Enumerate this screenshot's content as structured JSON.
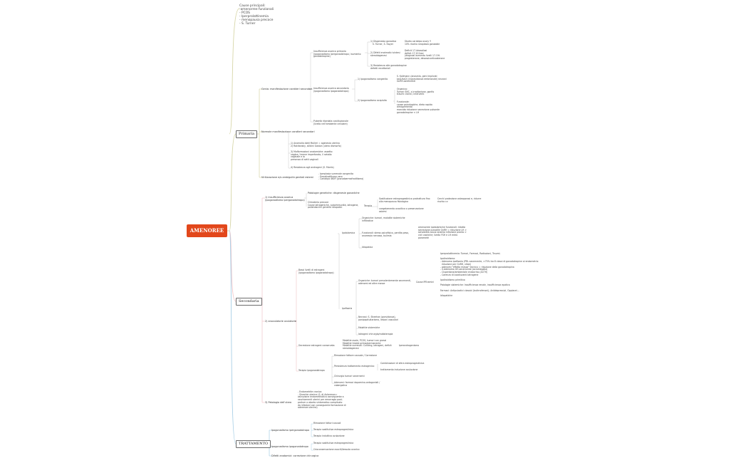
{
  "root": "AMENOREE",
  "branches": {
    "primaria": "Primaria",
    "secondaria": "Secondaria",
    "trattamento": "TRATTAMENTO"
  },
  "intro_note": "Cause principali:\n-amenorree funzionali\n- PCOS\n- Iperprolattinemia\n- menopausa precoce\n- S. Turner",
  "primaria": {
    "cat_normali": "Genia: manifestazione caratteri secondari",
    "ins_primaria": "Insufficienza ovarica primaria\n(ipogonadismo ipergonadotropo / aumento\ngonadotropine)",
    "disgenesia": "1) Disgenesia gonadica\n   S. Turner, S. Swyer",
    "disgenesia_det": "Studio cariotipo ovary Y\n10% rischio neoplasia gonadale",
    "difetti": "2) Difetti enzimatici sintesi\nsteroidogenesi",
    "difetti_det": "Deficit 17-idrossilasi\ndeficit 17,20 liasi\n(diagnosi aumento livelli 17-OH-\nprogesterone, desossicorticosterone",
    "resistenza": "3) Resistenza alle gonadotropine\ndefetti recettoriali",
    "ins_secondaria": "Insufficienza ovarica secondaria\n(ipogonadismo ipogonadotropo)",
    "congenito": "1) Ipogonadismo congenito",
    "congenito_det": "S. Kallmann (anosmia, geni implicati\nkal1/kal2) (ingravidanza embrionale) neuroni\nGnRH-secernenti",
    "acquisito": "2) Ipogonadismo acquisito",
    "organico": "Organico:\nTumori SNC, s irradiazione, gonfio\ntraumi cranici, interventi",
    "funzionale": "Funzionale:\ncause psicologiche, dieta rapida\ndimagrimento\nmarcata riduzione secrezione pulsante\ngonadotropine < LH",
    "pubertaria": "Pubertà ritardata costituzionale\n(livello nell'ambiente cellulare)",
    "cat_manif": "Normale manifestazione caratteri secondari",
    "mullerian": "1) Anomalia dotti Mulleri = agenesia uterina\n2) Rokitansky, sillbini Gaston (utero dismorfo)",
    "malformazioni": "3) Malformazioni anatomiche: assetto\nvagina / imene imperforato, il setatio\nvaginale e la\npresenza di setti vaginali",
    "resistenza_andro": "4) Resistenza agli androgeni (S. Morris)",
    "virilizzazione": "Virilizzazione e/o ambiguità genitali esterni",
    "virilizzazione_det": "- Iperplasia surrenale congenita\n- Ermafroditismo vero\n- Cariotipo 46XY (pseudoermafroditismo)"
  },
  "secondaria": {
    "insuff": "1) Insufficienza ovarica\n(ipogonadismo ipergonadotropo)",
    "genetiche": "Patologie genetiche: disgenesie gonadiche",
    "climaterio": "Climaterio precoce\nCause iatrogeniche, autoimmunità, iatrogene,\npoliendocrini genetici idiopatici",
    "terapia": "Terapia",
    "terapia_det1": "Sostituzione estroprogestinica protrattura fino\nalla menopausa fisiologica",
    "terapia_det2": "Cerchi protezione osteoporosi e, ridurre\nrischio cv",
    "terapia_det3": "congelamento ovocitica o preservazione\nastemi",
    "ipot": "2) anovulatorie ovulatorie",
    "bassi": "Bassi livelli di estrogeni\n(ipogonadismo ipogonadotropo)",
    "ipotalamica": "Ipotalamica",
    "ipot_org": "Organiche: tumori, malattie sistemiche\ninfiltrative",
    "ipot_funz": "Funzionali: stress psicofisico, perdita peso,\nanoressia nervosa, bulimia",
    "ipot_funz_det": "amenorree ipotalamiche funzionali: ridotta\nsecrezione pulsatile GnRH = riduzione LH >\nsensibilità cause anemia infezione pronto >\ncicli caotiche; livello FSH e LH entro\nparametri",
    "idiopatica": "Idiopatica",
    "ipofisaria": "Ipofisaria",
    "ipof_org": "Organiche: tumori prevalentemente secernenti,\nadenomi ed altre masse",
    "iperprol": "Cause IPEramini",
    "iperprol_det": "Iperprolattinemia: Tumori, Farmaci, Radiazioni, Traumi.\n\nIpotiroidismo:\n- Adenoma ipofisario (PRL-secernente, >75% tra 8 classi di gonadotropine ai endometrio\n  riduzione per GnRH, vitae)\n- adenomi \"effetto massa\" tecnico = riduzione della gonadotropina\n- S.Adenoma GH-secernente (acromegalia)\n- Cisperdone/ambientale endocrino (ACTH)\n- Carenza di coadiuvanti iatrogene\n\nIpotiroidismo primitivo\n\nPatologie sistemiche: Insufficienza renale, insufficienza epatica\n\nFarmaci: Antipsicotici classici (butirrofenoni); Antidepressivi, Oppiacei...\n\nIdiopatiche",
    "sheehan": "Necrosi: S. Sheehan (gravidanza),\npanipopituitarismo, lesioni vascolari",
    "sistemiche": "Malattie sistemiche",
    "radio": "Iatrogeni chirurgia/radioterapia",
    "secrezione": "Secrezione estrogeni conservata",
    "secrezione_det": "Malattie ovaie, PCOS, tumori con grassi\nMalattie tiroide prima/permanente\nMalattie surrenali: Cushing, iatrogeni, deficit\nsteroidogenesi",
    "iperandro": "Iperandrogenismo",
    "terapia_ipo": "Terapia ipogonadotropa",
    "rimozione": "Rimozione fattore causale / Correzione",
    "persistenza": "Persistenza trattamento estrogenico",
    "persistenza_det1": "Combinazioni di sfera estroprogestinica",
    "persistenza_det2": "trattamento induzione ovulazione",
    "chirurgia": "Chirurgia tumori secernenti",
    "agonisti": "Adenomi: farmaci dopamino-antagonisti /\ncabergolina",
    "uterine": "3) Patologia dell'utero",
    "uterine_det": "- Endometrite cronica\n- Sinechie uterine (S. di Asherman=\nostruzione endometriotica conseguente a\nraschiamenti uterini per emorragia post-\npartum o aborto sintomatico complicato\nda infezioni con conseguente formazione di\naderenze uterine)"
  },
  "trattamento": {
    "ipergo": "Ipogonadismo ipergonadotropo",
    "rim": "Rimozione fattori causali",
    "sost": "Terapia sostitutiva estroprogestinica",
    "induttiva": "Terapia induttiva ovulazione",
    "ipogo": "Ipogonadismo ipogonadotropo",
    "estro": "Terapia sostitutiva estroprogestinica",
    "crio": "Crioconservazione ovociti/tessuto ovarico",
    "difetti": "Difetti anatomici: correzione chirurgica"
  },
  "colors": {
    "root": "#e2471b",
    "edge_primaria": "#d7d6a8",
    "edge_secondaria": "#f0c4c8",
    "edge_trattamento": "#a8cfe6",
    "edge_detail": "#c8c8c8"
  }
}
